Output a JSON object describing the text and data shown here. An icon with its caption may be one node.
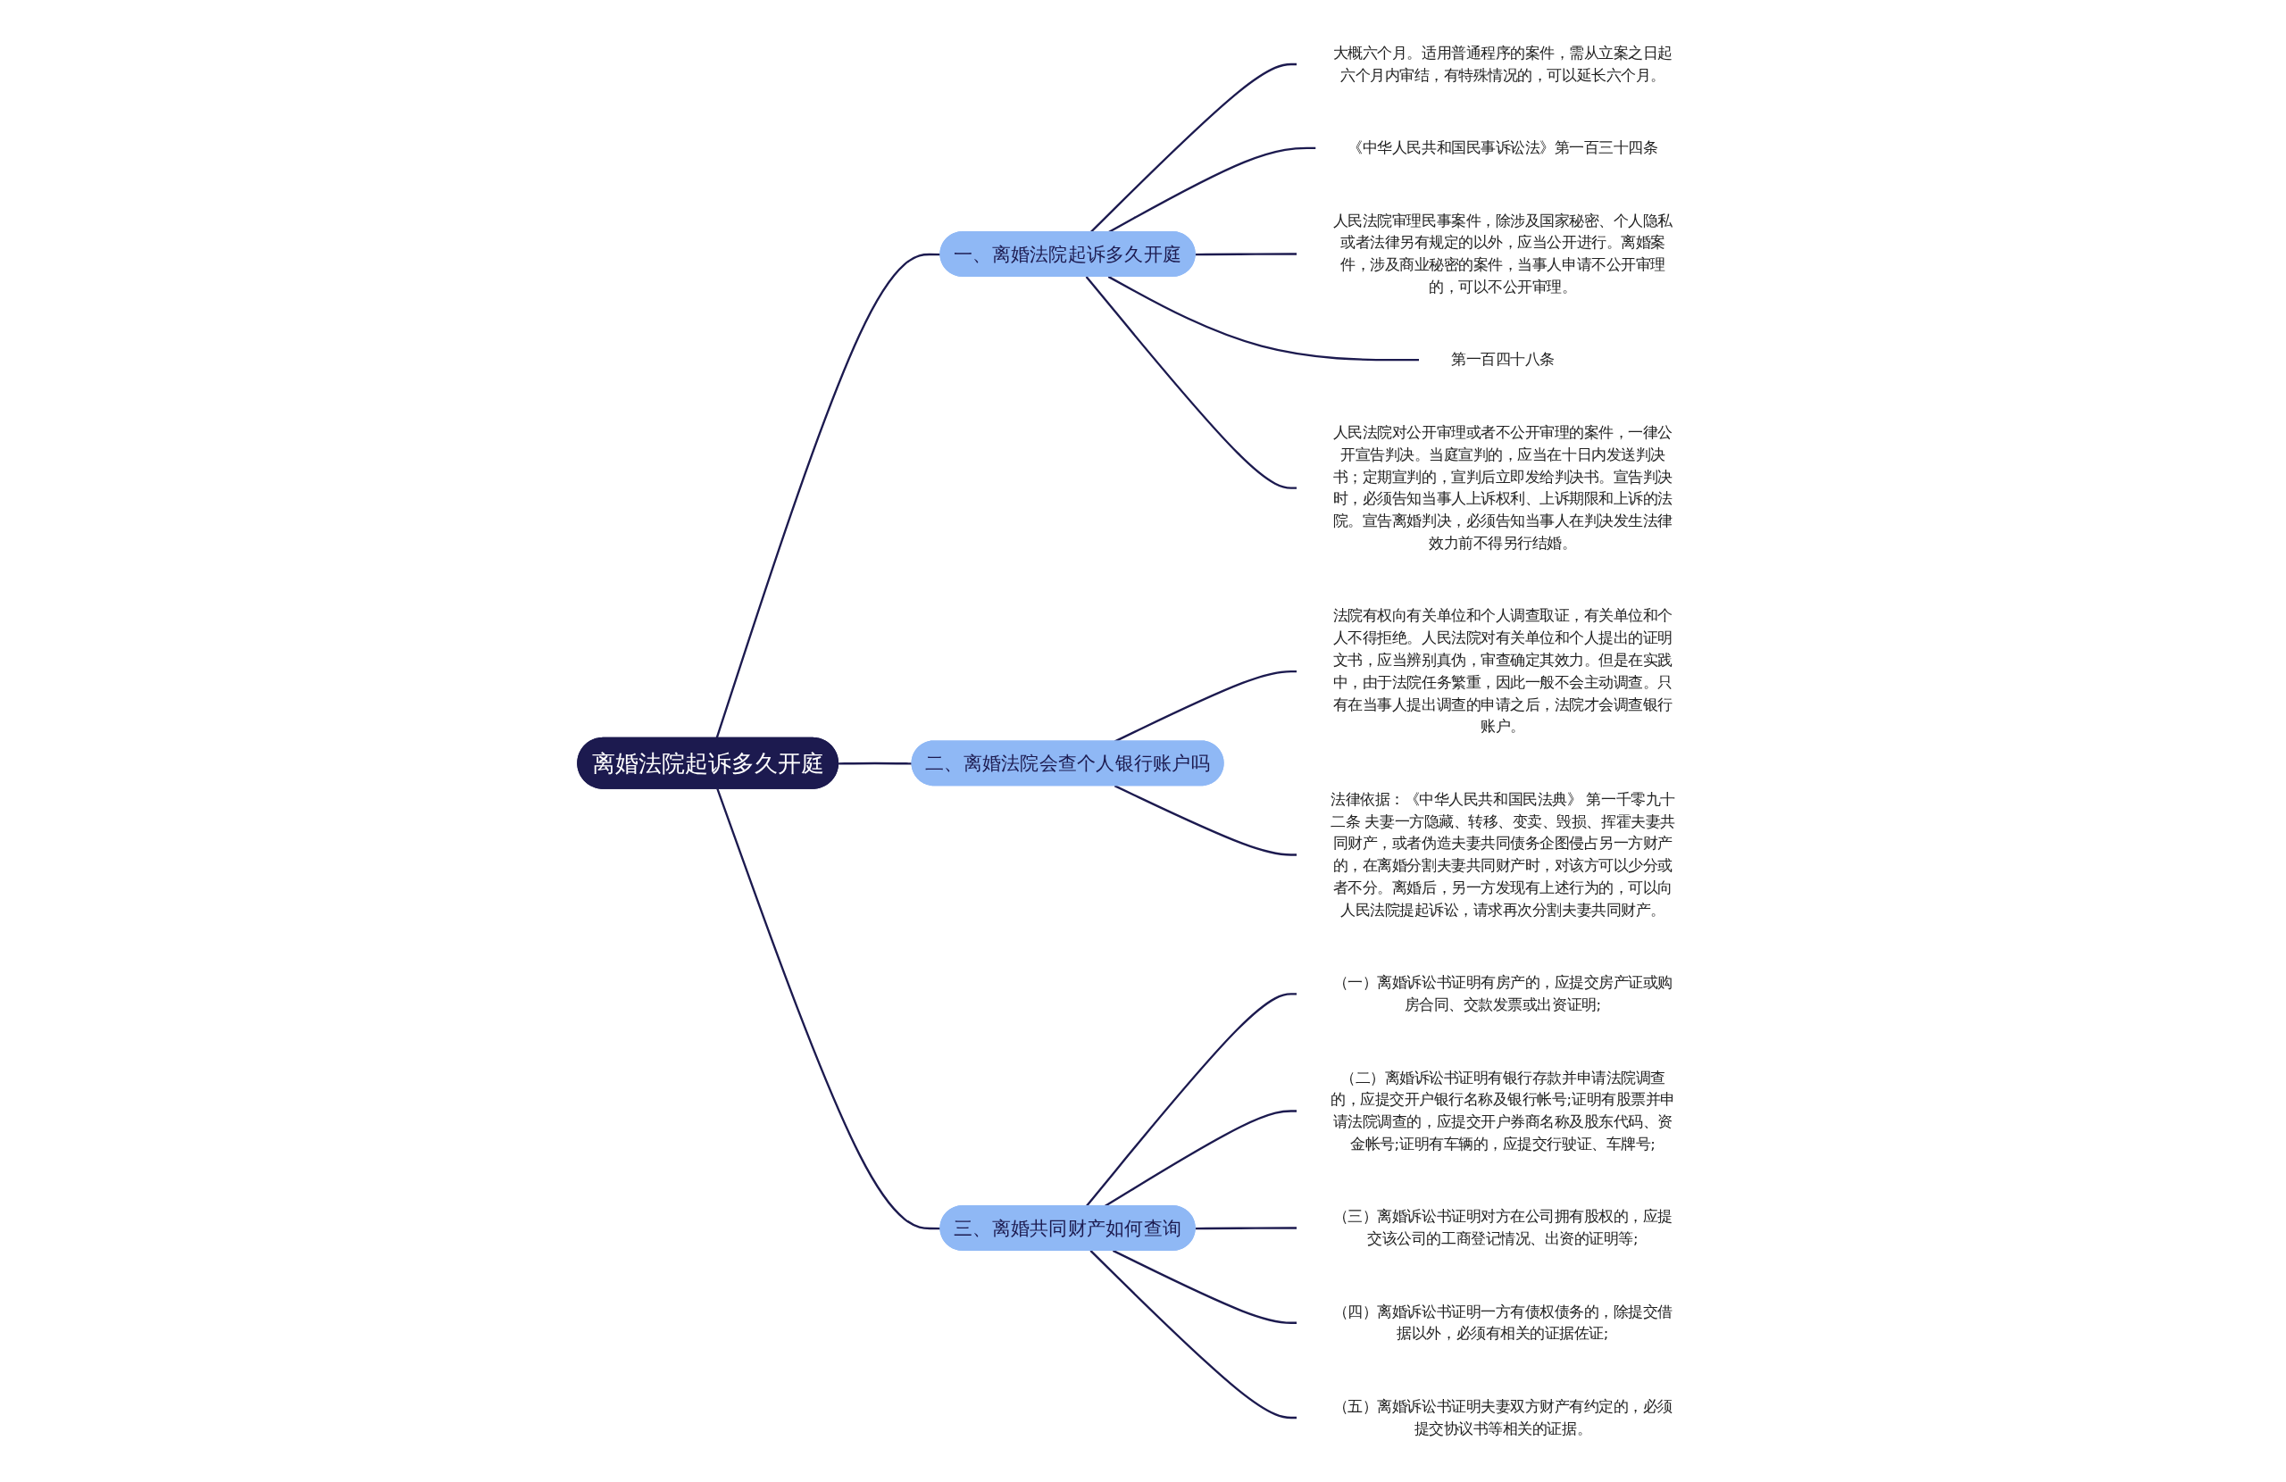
{
  "diagram": {
    "nodes": [
      {
        "text": [
          "离婚法院起诉多久开庭"
        ]
      },
      {
        "text": [
          "一、离婚法院起诉多久开庭"
        ]
      },
      {
        "text": [
          "大概六个月。适用普通程序的案件，需从立案之日起六个月内审结，有特殊情况的，可以延长六个月。"
        ]
      },
      {
        "text": [
          "《中华人民共和国民事诉讼法》第一百三十四条"
        ]
      },
      {
        "text": [
          "人民法院审理民事案件，除涉及国家秘密、个人隐私或者法律另有规定的以外，应当公开进行。离婚案件，涉及商业秘密的案件，当事人申请不公开审理的，可以不公开审理。"
        ]
      },
      {
        "text": [
          "第一百四十八条"
        ]
      },
      {
        "text": [
          "人民法院对公开审理或者不公开审理的案件，一律公开宣告判决。当庭宣判的，应当在十日内发送判决书；定期宣判的，宣判后立即发给判决书。宣告判决时，必须告知当事人上诉权利、上诉期限和上诉的法院。宣告离婚判决，必须告知当事人在判决发生法律效力前不得另行结婚。"
        ]
      },
      {
        "text": [
          "二、离婚法院会查个人银行账户吗"
        ]
      },
      {
        "text": [
          "法院有权向有关单位和个人调查取证，有关单位和个人不得拒绝。人民法院对有关单位和个人提出的证明文书，应当辨别真伪，审查确定其效力。但是在实践中，由于法院任务繁重，因此一般不会主动调查。只有在当事人提出调查的申请之后，法院才会调查银行账户。"
        ]
      },
      {
        "text": [
          "法律依据：《中华人民共和国民法典》 第一千零九十二条 夫妻一方隐藏、转移、变卖、毁损、挥霍夫妻共同财产，或者伪造夫妻共同债务企图侵占另一方财产的，在离婚分割夫妻共同财产时，对该方可以少分或者不分。离婚后，另一方发现有上述行为的，可以向人民法院提起诉讼，请求再次分割夫妻共同财产。"
        ]
      },
      {
        "text": [
          "三、离婚共同财产如何查询"
        ]
      },
      {
        "text": [
          "（一）离婚诉讼书证明有房产的，应提交房产证或购房合同、交款发票或出资证明;"
        ]
      },
      {
        "text": [
          "（二）离婚诉讼书证明有银行存款并申请法院调查的，应提交开户银行名称及银行帐号;证明有股票并申请法院调查的，应提交开户券商名称及股东代码、资金帐号;证明有车辆的，应提交行驶证、车牌号;"
        ]
      },
      {
        "text": [
          "（三）离婚诉讼书证明对方在公司拥有股权的，应提交该公司的工商登记情况、出资的证明等;"
        ]
      },
      {
        "text": [
          "（四）离婚诉讼书证明一方有债权债务的，除提交借据以外，必须有相关的证据佐证;"
        ]
      },
      {
        "text": [
          "（五）离婚诉讼书证明夫妻双方财产有约定的，必须提交协议书等相关的证据。"
        ]
      }
    ],
    "edges": [
      {
        "from": 0,
        "to": 1,
        "arrow": "none"
      },
      {
        "from": 1,
        "to": 2,
        "arrow": "none"
      },
      {
        "from": 1,
        "to": 3,
        "arrow": "none"
      },
      {
        "from": 1,
        "to": 4,
        "arrow": "none"
      },
      {
        "from": 1,
        "to": 5,
        "arrow": "none"
      },
      {
        "from": 1,
        "to": 6,
        "arrow": "none"
      },
      {
        "from": 0,
        "to": 7,
        "arrow": "none"
      },
      {
        "from": 7,
        "to": 8,
        "arrow": "none"
      },
      {
        "from": 7,
        "to": 9,
        "arrow": "none"
      },
      {
        "from": 0,
        "to": 10,
        "arrow": "none"
      },
      {
        "from": 10,
        "to": 11,
        "arrow": "none"
      },
      {
        "from": 10,
        "to": 12,
        "arrow": "none"
      },
      {
        "from": 10,
        "to": 13,
        "arrow": "none"
      },
      {
        "from": 10,
        "to": 14,
        "arrow": "none"
      },
      {
        "from": 10,
        "to": 15,
        "arrow": "none"
      }
    ]
  }
}
